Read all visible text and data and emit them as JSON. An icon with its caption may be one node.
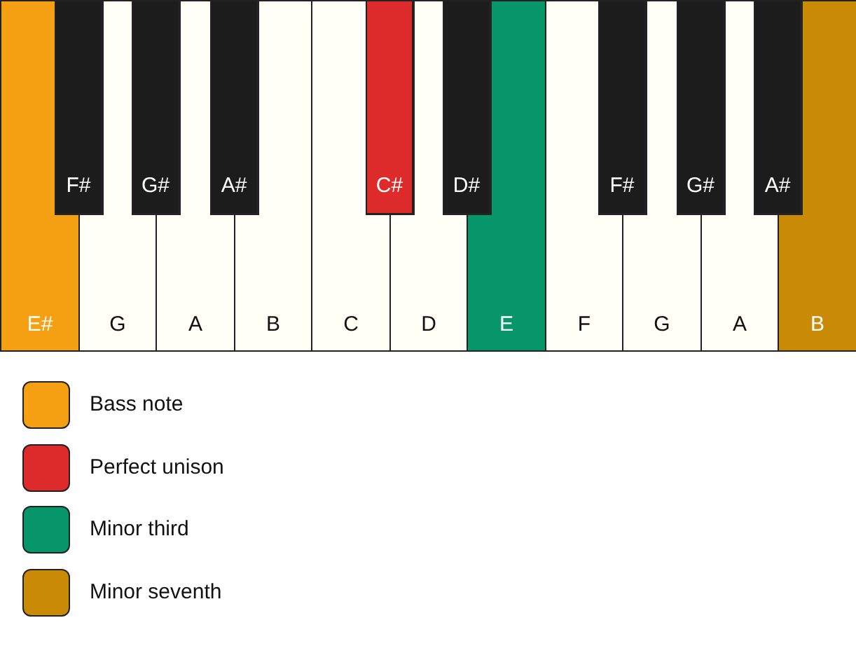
{
  "diagram": {
    "nodes": [
      {
        "text": [
          "E#"
        ]
      },
      {
        "text": [
          "F#"
        ]
      },
      {
        "text": [
          "G"
        ]
      },
      {
        "text": [
          "G#"
        ]
      },
      {
        "text": [
          "A"
        ]
      },
      {
        "text": [
          "A#"
        ]
      },
      {
        "text": [
          "B"
        ]
      },
      {
        "text": [
          "C"
        ]
      },
      {
        "text": [
          "C#"
        ]
      },
      {
        "text": [
          "D"
        ]
      },
      {
        "text": [
          "D#"
        ]
      },
      {
        "text": [
          "E"
        ]
      },
      {
        "text": [
          "F"
        ]
      },
      {
        "text": [
          "F#"
        ]
      },
      {
        "text": [
          "G"
        ]
      },
      {
        "text": [
          "G#"
        ]
      },
      {
        "text": [
          "A"
        ]
      },
      {
        "text": [
          "A#"
        ]
      },
      {
        "text": [
          "B"
        ]
      }
    ],
    "legend": [
      {
        "text": "Bass note",
        "color": "#f5a012"
      },
      {
        "text": "Perfect unison",
        "color": "#dd2a2a"
      },
      {
        "text": "Minor third",
        "color": "#07966a"
      },
      {
        "text": "Minor seventh",
        "color": "#c98a06"
      }
    ]
  }
}
